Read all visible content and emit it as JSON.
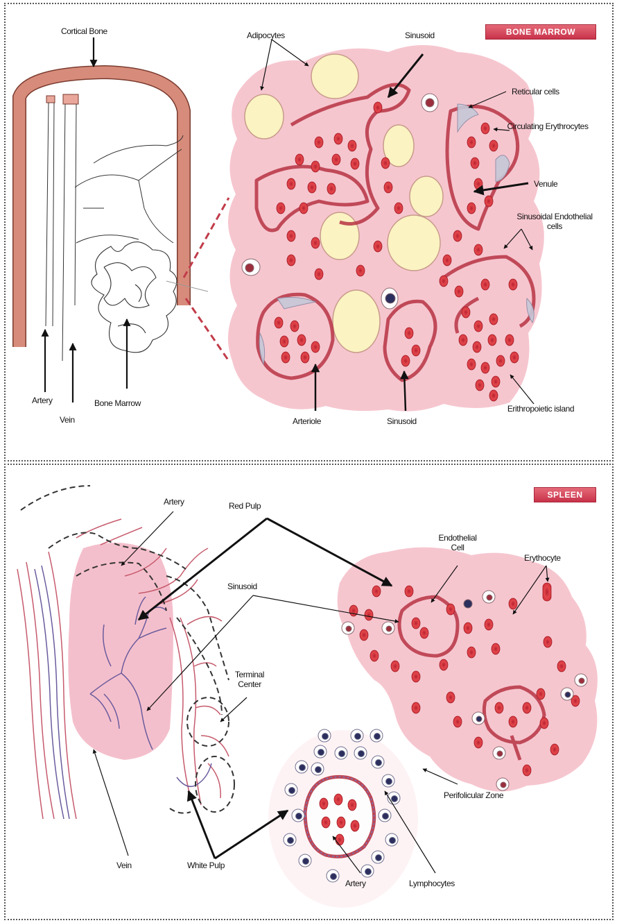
{
  "bone_marrow": {
    "badge": "BONE MARROW",
    "labels": {
      "cortical_bone": "Cortical Bone",
      "adipocytes": "Adipocytes",
      "sinusoid_top": "Sinusoid",
      "reticular_cells": "Reticular cells",
      "circulating_erythrocytes": "Circulating Erythrocytes",
      "venule": "Venule",
      "sinusoidal_endothelial_cells": "Sinusoidal Endothelial cells",
      "artery": "Artery",
      "vein": "Vein",
      "bone_marrow": "Bone Marrow",
      "arteriole": "Arteriole",
      "sinusoid_bottom": "Sinusoid",
      "erythropoietic_island": "Erithropoietic island"
    }
  },
  "spleen": {
    "badge": "SPLEEN",
    "labels": {
      "artery_top": "Artery",
      "red_pulp": "Red Pulp",
      "endothelial_cell": "Endothelial Cell",
      "erythocyte": "Erythocyte",
      "sinusoid": "Sinusoid",
      "terminal_center": "Terminal Center",
      "perifolicular_zone": "Perifolicular Zone",
      "vein": "Vein",
      "white_pulp": "White Pulp",
      "artery_bottom": "Artery",
      "lymphocytes": "Lymphocytes"
    }
  },
  "colors": {
    "tissue_pink": "#f6c6cf",
    "bone": "#d78c7b",
    "erythrocyte": "#d8353c",
    "adipocyte": "#fbf3c2",
    "lymphocyte": "#2c2f5e",
    "vessel_red": "#c65a6c",
    "vessel_blue": "#6a5b9d"
  }
}
